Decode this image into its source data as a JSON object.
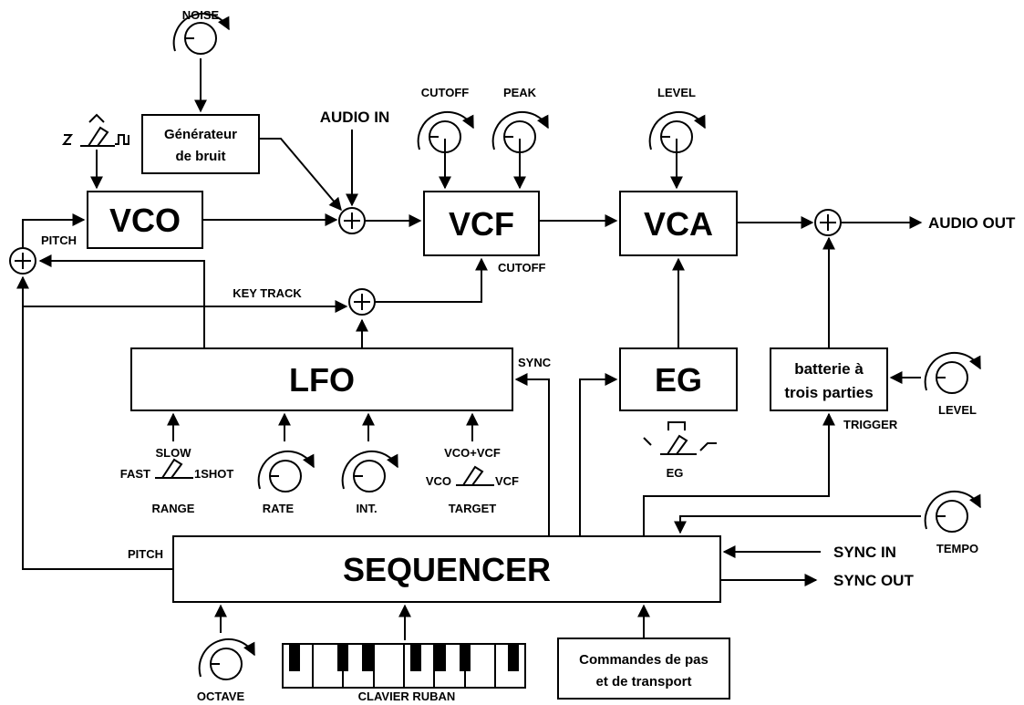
{
  "blocks": {
    "vco": "VCO",
    "vcf": "VCF",
    "vca": "VCA",
    "lfo": "LFO",
    "eg": "EG",
    "sequencer": "SEQUENCER",
    "noise_gen_line1": "Générateur",
    "noise_gen_line2": "de bruit",
    "drum_line1": "batterie à",
    "drum_line2": "trois parties",
    "step_line1": "Commandes de pas",
    "step_line2": "et de transport"
  },
  "knobs": {
    "noise": "NOISE",
    "cutoff": "CUTOFF",
    "peak": "PEAK",
    "vca_level": "LEVEL",
    "drum_level": "LEVEL",
    "tempo": "TEMPO",
    "rate": "RATE",
    "int": "INT.",
    "octave": "OCTAVE"
  },
  "switches": {
    "range_top": "SLOW",
    "range_left": "FAST",
    "range_right": "1SHOT",
    "range_name": "RANGE",
    "target_top": "VCO+VCF",
    "target_left": "VCO",
    "target_right": "VCF",
    "target_name": "TARGET",
    "eg_name": "EG"
  },
  "signals": {
    "audio_in": "AUDIO IN",
    "audio_out": "AUDIO OUT",
    "pitch_vco": "PITCH",
    "pitch_seq": "PITCH",
    "cutoff_in": "CUTOFF",
    "key_track": "KEY TRACK",
    "sync_lfo": "SYNC",
    "trigger": "TRIGGER",
    "sync_in": "SYNC IN",
    "sync_out": "SYNC OUT",
    "keyboard": "CLAVIER RUBAN"
  }
}
